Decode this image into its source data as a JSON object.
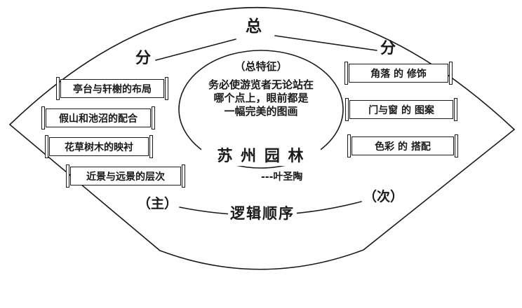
{
  "diagram": {
    "top_label": "总",
    "branch_left_label": "分",
    "branch_right_label": "分",
    "center": {
      "feature_heading": "（总特征）",
      "feature_lines": [
        "务必使游览者无论站在",
        "哪个点上，眼前都是",
        "一幅完美的图画"
      ],
      "book_title": "苏 州 园 林",
      "author": "---叶圣陶"
    },
    "left_items": [
      {
        "label": "亭台与轩榭的布局"
      },
      {
        "label": "假山和池沼的配合"
      },
      {
        "label": "花草树木的映衬"
      },
      {
        "label": "近景与远景的层次"
      }
    ],
    "right_items": [
      {
        "label": "角落 的 修饰"
      },
      {
        "label": "门与窗 的 图案"
      },
      {
        "label": "色彩 的 搭配"
      }
    ],
    "bottom": {
      "primary_label": "（主）",
      "order_label": "逻辑顺序",
      "secondary_label": "（次）"
    },
    "colors": {
      "ink": "#1a1a1a",
      "background": "#ffffff"
    }
  }
}
